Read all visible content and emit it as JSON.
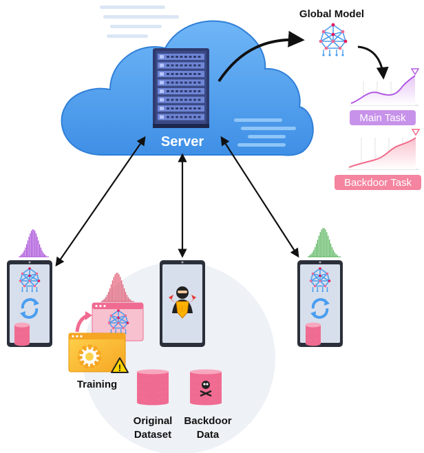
{
  "server": {
    "label": "Server"
  },
  "global_model": {
    "label": "Global Model",
    "icon": "neural-network-icon"
  },
  "main_task": {
    "label": "Main Task",
    "color": "#c792ea"
  },
  "backdoor_task": {
    "label": "Backdoor Task",
    "color": "#f26b8a"
  },
  "attacker": {
    "training_label": "Training",
    "original_dataset_label": "Original\nDataset",
    "backdoor_data_label": "Backdoor\nData"
  },
  "clients": [
    {
      "id": "left",
      "histogram_color": "#a64ad8"
    },
    {
      "id": "middle",
      "histogram_color": "#e0506a"
    },
    {
      "id": "right",
      "histogram_color": "#4caf50"
    }
  ],
  "colors": {
    "cloud": "#4a9ef0",
    "cloud_light": "#7cc0f8",
    "server_box": "#2e3a6e",
    "db_pink": "#f06b91"
  }
}
